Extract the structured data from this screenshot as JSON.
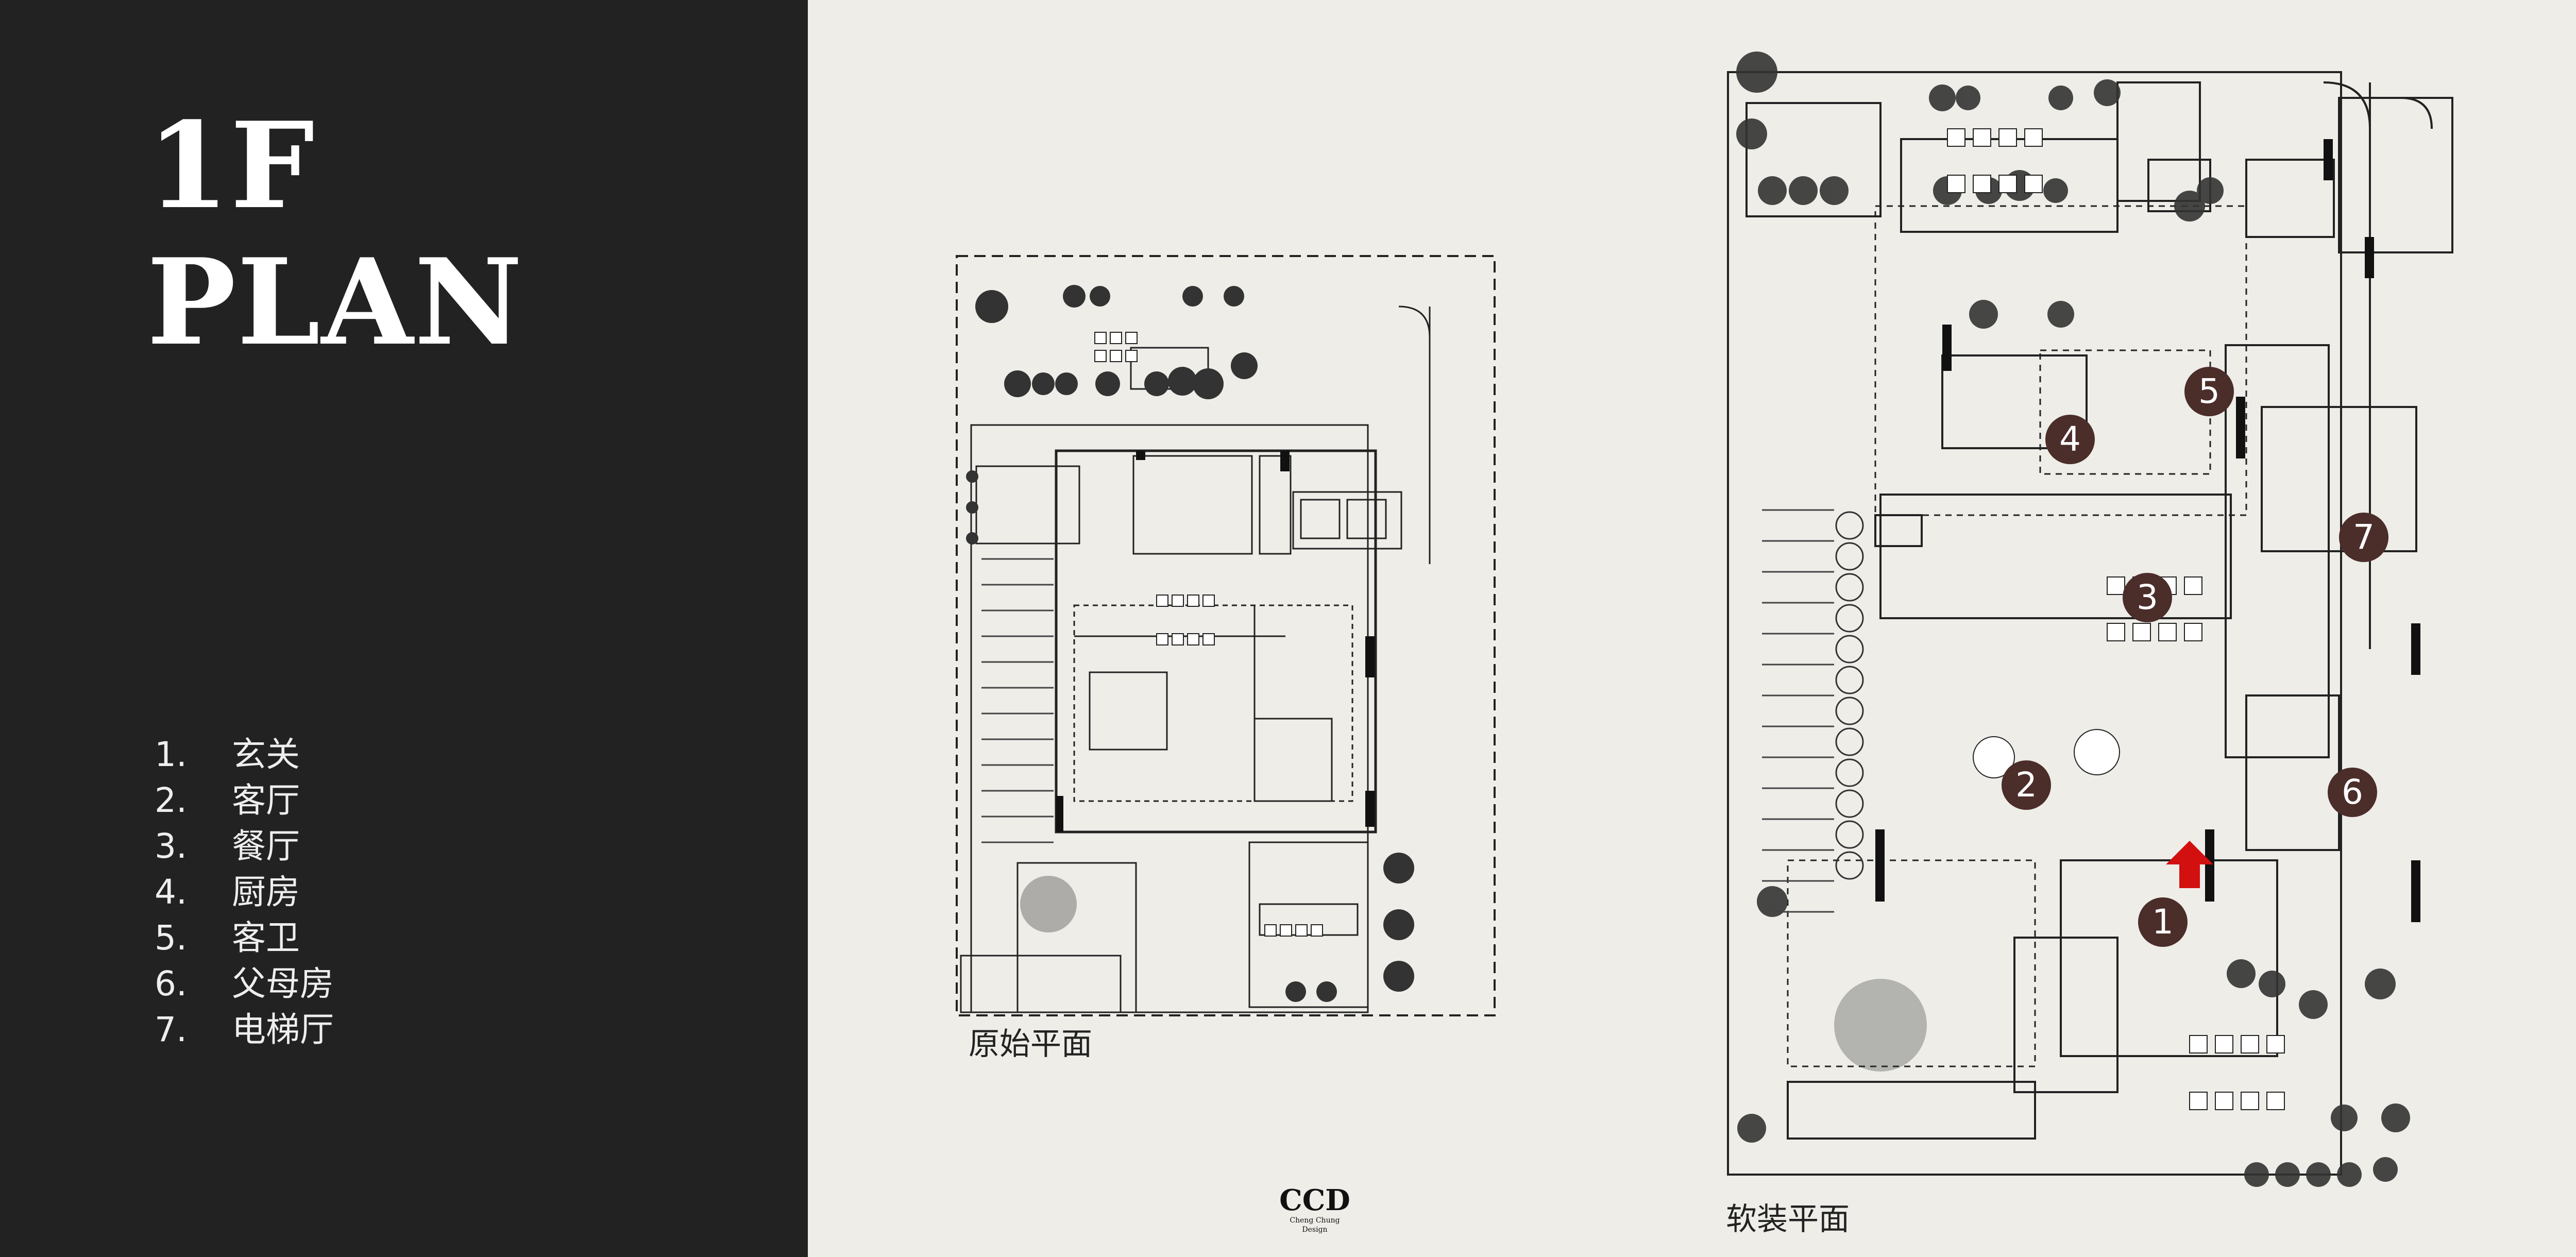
{
  "title": {
    "line1": "1F",
    "line2": "PLAN"
  },
  "legend": [
    {
      "num": "1.",
      "label": "玄关"
    },
    {
      "num": "2.",
      "label": "客厅"
    },
    {
      "num": "3.",
      "label": "餐厅"
    },
    {
      "num": "4.",
      "label": "厨房"
    },
    {
      "num": "5.",
      "label": "客卫"
    },
    {
      "num": "6.",
      "label": "父母房"
    },
    {
      "num": "7.",
      "label": "电梯厅"
    }
  ],
  "original_plan": {
    "caption": "原始平面"
  },
  "furnished_plan": {
    "caption": "软装平面"
  },
  "markers": [
    "1",
    "2",
    "3",
    "4",
    "5",
    "6",
    "7"
  ],
  "brand": {
    "name": "CCD",
    "sub": "Cheng Chung Design"
  },
  "colors": {
    "dark_panel": "#232222",
    "paper": "#eeede8",
    "marker": "#4b2d2a",
    "entry_arrow": "#d2100f"
  }
}
